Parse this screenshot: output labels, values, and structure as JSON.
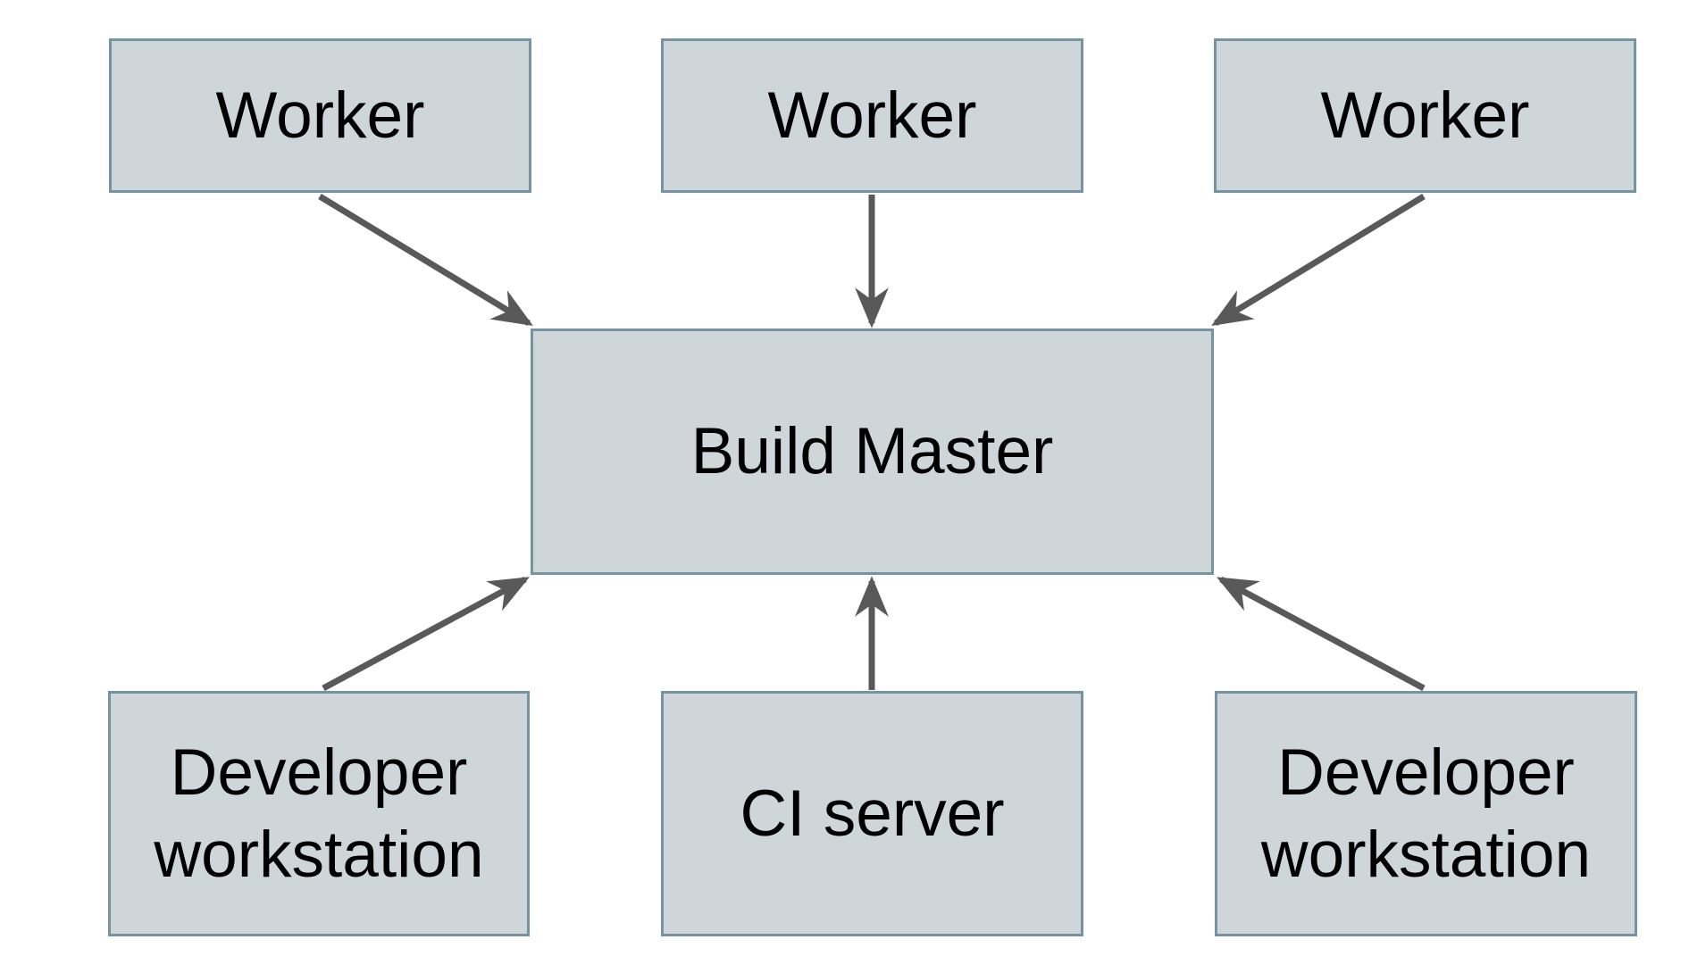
{
  "diagram": {
    "type": "architecture-diagram",
    "nodes": [
      {
        "id": "worker-1",
        "label": "Worker",
        "row": "top"
      },
      {
        "id": "worker-2",
        "label": "Worker",
        "row": "top"
      },
      {
        "id": "worker-3",
        "label": "Worker",
        "row": "top"
      },
      {
        "id": "build-master",
        "label": "Build Master",
        "row": "middle"
      },
      {
        "id": "developer-workstation-1",
        "label": "Developer workstation",
        "row": "bottom"
      },
      {
        "id": "ci-server",
        "label": "CI server",
        "row": "bottom"
      },
      {
        "id": "developer-workstation-2",
        "label": "Developer workstation",
        "row": "bottom"
      }
    ],
    "edges": [
      {
        "from": "worker-1",
        "to": "build-master",
        "direction": "down-right"
      },
      {
        "from": "worker-2",
        "to": "build-master",
        "direction": "down"
      },
      {
        "from": "worker-3",
        "to": "build-master",
        "direction": "down-left"
      },
      {
        "from": "developer-workstation-1",
        "to": "build-master",
        "direction": "up-right"
      },
      {
        "from": "ci-server",
        "to": "build-master",
        "direction": "up"
      },
      {
        "from": "developer-workstation-2",
        "to": "build-master",
        "direction": "up-left"
      }
    ],
    "colors": {
      "node_fill": "#ced6d9",
      "node_border": "#7693a1",
      "arrow": "#595959",
      "text": "#000000",
      "background": "#ffffff"
    }
  }
}
